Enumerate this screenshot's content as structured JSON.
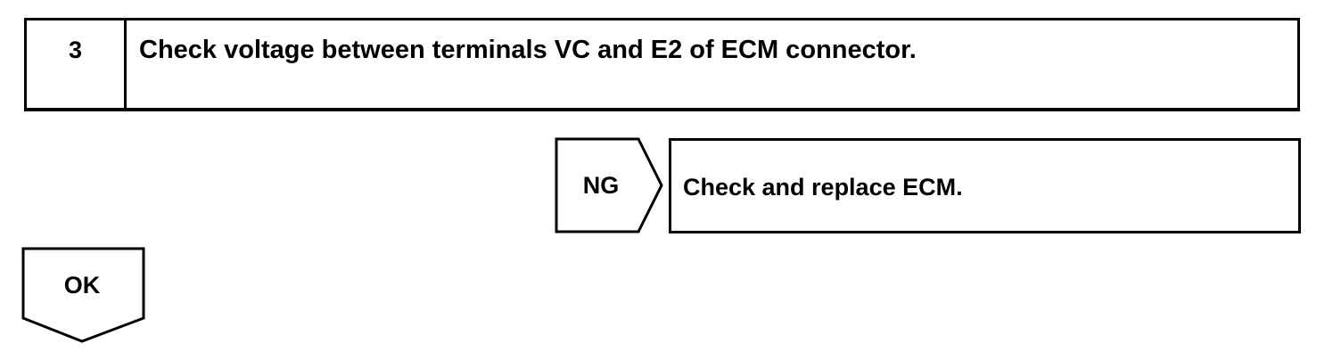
{
  "step": {
    "number": "3",
    "title": "Check voltage between terminals VC and E2 of ECM connector."
  },
  "ng_branch": {
    "label": "NG",
    "action": "Check and replace ECM."
  },
  "ok_branch": {
    "label": "OK"
  }
}
